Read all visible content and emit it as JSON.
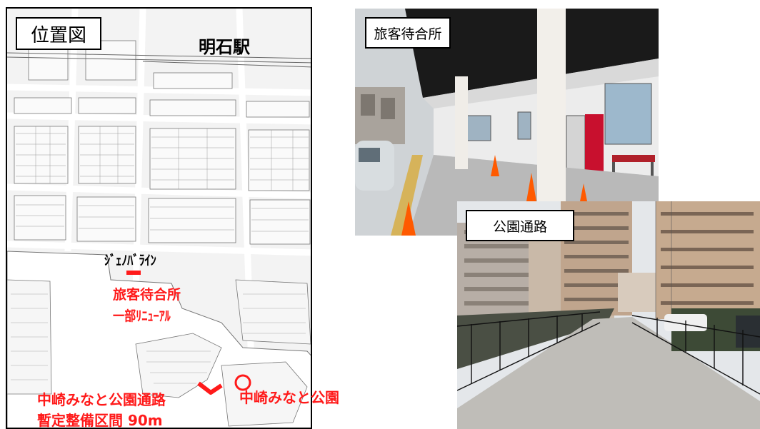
{
  "map": {
    "title": "位置図",
    "station_label": "明石駅",
    "line_label": "ｼﾞｪﾉﾊﾞﾗｲﾝ",
    "waiting_area_line1": "旅客待合所",
    "waiting_area_line2": "一部ﾘﾆｭｰｱﾙ",
    "path_line1": "中崎みなと公園通路",
    "path_line2": "暫定整備区間 90m",
    "park_label": "中崎みなと公園",
    "accent_color": "#ff1a1a"
  },
  "photo_waiting": {
    "caption": "旅客待合所"
  },
  "photo_path": {
    "caption": "公園通路"
  }
}
